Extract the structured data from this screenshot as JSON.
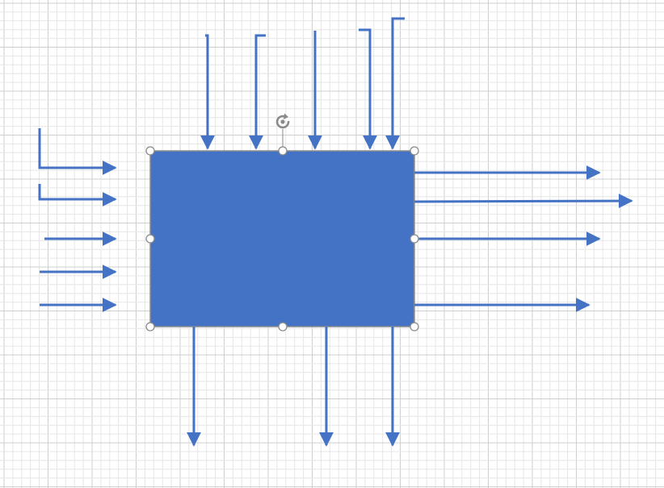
{
  "canvas": {
    "background": "#ffffff",
    "grid_minor_color": "#e6e6e6",
    "grid_major_color": "#cfcfcf"
  },
  "colors": {
    "shape_fill": "#4472c4",
    "shape_border": "#8f8f8f",
    "arrow": "#4472c4",
    "handle_fill": "#ffffff",
    "handle_stroke": "#8a8a8a",
    "rotate_handle": "#8a8a8a"
  },
  "selection": {
    "selected_shape": "rectangle",
    "resize_handles": 8,
    "rotate_handle_icon": "rotate-icon"
  },
  "connectors": {
    "top_inbound": 5,
    "left_inbound": 5,
    "right_outbound": 4,
    "bottom_outbound": 3
  }
}
